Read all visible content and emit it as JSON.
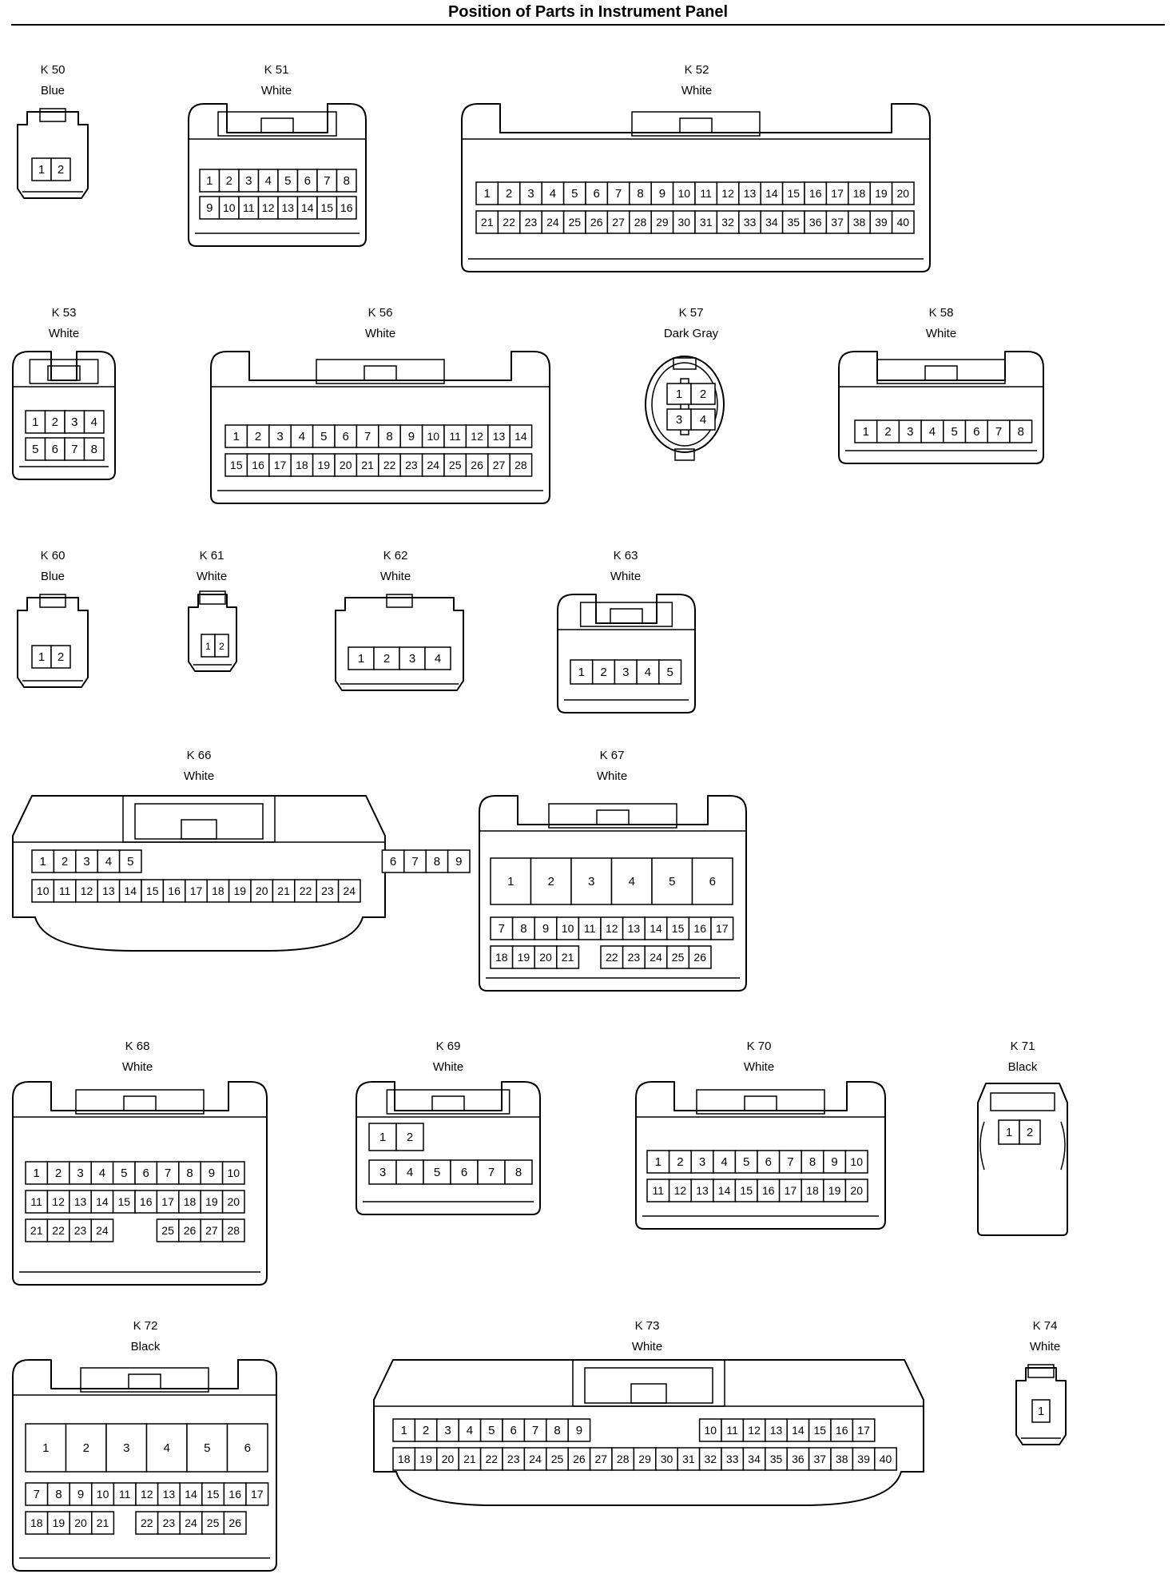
{
  "title": "Position of Parts in Instrument Panel",
  "connectors": [
    {
      "id": "K 50",
      "color": "Blue",
      "rows": [
        [
          "1",
          "2"
        ]
      ]
    },
    {
      "id": "K 51",
      "color": "White",
      "rows": [
        [
          "1",
          "2",
          "3",
          "4",
          "5",
          "6",
          "7",
          "8"
        ],
        [
          "9",
          "10",
          "11",
          "12",
          "13",
          "14",
          "15",
          "16"
        ]
      ]
    },
    {
      "id": "K 52",
      "color": "White",
      "rows": [
        [
          "1",
          "2",
          "3",
          "4",
          "5",
          "6",
          "7",
          "8",
          "9",
          "10",
          "11",
          "12",
          "13",
          "14",
          "15",
          "16",
          "17",
          "18",
          "19",
          "20"
        ],
        [
          "21",
          "22",
          "23",
          "24",
          "25",
          "26",
          "27",
          "28",
          "29",
          "30",
          "31",
          "32",
          "33",
          "34",
          "35",
          "36",
          "37",
          "38",
          "39",
          "40"
        ]
      ]
    },
    {
      "id": "K 53",
      "color": "White",
      "rows": [
        [
          "1",
          "2",
          "3",
          "4"
        ],
        [
          "5",
          "6",
          "7",
          "8"
        ]
      ]
    },
    {
      "id": "K 56",
      "color": "White",
      "rows": [
        [
          "1",
          "2",
          "3",
          "4",
          "5",
          "6",
          "7",
          "8",
          "9",
          "10",
          "11",
          "12",
          "13",
          "14"
        ],
        [
          "15",
          "16",
          "17",
          "18",
          "19",
          "20",
          "21",
          "22",
          "23",
          "24",
          "25",
          "26",
          "27",
          "28"
        ]
      ]
    },
    {
      "id": "K 57",
      "color": "Dark Gray",
      "rows": [
        [
          "1",
          "2"
        ],
        [
          "3",
          "4"
        ]
      ]
    },
    {
      "id": "K 58",
      "color": "White",
      "rows": [
        [
          "1",
          "2",
          "3",
          "4",
          "5",
          "6",
          "7",
          "8"
        ]
      ]
    },
    {
      "id": "K 60",
      "color": "Blue",
      "rows": [
        [
          "1",
          "2"
        ]
      ]
    },
    {
      "id": "K 61",
      "color": "White",
      "rows": [
        [
          "1",
          "2"
        ]
      ]
    },
    {
      "id": "K 62",
      "color": "White",
      "rows": [
        [
          "1",
          "2",
          "3",
          "4"
        ]
      ]
    },
    {
      "id": "K 63",
      "color": "White",
      "rows": [
        [
          "1",
          "2",
          "3",
          "4",
          "5"
        ]
      ]
    },
    {
      "id": "K 66",
      "color": "White",
      "rows": [
        [
          "1",
          "2",
          "3",
          "4",
          "5",
          "",
          "",
          "",
          "",
          "",
          "",
          "",
          "",
          "",
          "",
          "",
          "6",
          "7",
          "8",
          "9"
        ],
        [
          "10",
          "11",
          "12",
          "13",
          "14",
          "15",
          "16",
          "17",
          "18",
          "19",
          "20",
          "21",
          "22",
          "23",
          "24"
        ]
      ]
    },
    {
      "id": "K 67",
      "color": "White",
      "rows": [
        [
          "1",
          "2",
          "3",
          "4",
          "5",
          "6"
        ],
        [
          "7",
          "8",
          "9",
          "10",
          "11",
          "12",
          "13",
          "14",
          "15",
          "16",
          "17"
        ],
        [
          "18",
          "19",
          "20",
          "21",
          "",
          "22",
          "23",
          "24",
          "25",
          "26"
        ]
      ]
    },
    {
      "id": "K 68",
      "color": "White",
      "rows": [
        [
          "1",
          "2",
          "3",
          "4",
          "5",
          "6",
          "7",
          "8",
          "9",
          "10"
        ],
        [
          "11",
          "12",
          "13",
          "14",
          "15",
          "16",
          "17",
          "18",
          "19",
          "20"
        ],
        [
          "21",
          "22",
          "23",
          "24",
          "",
          "",
          "25",
          "26",
          "27",
          "28"
        ]
      ]
    },
    {
      "id": "K 69",
      "color": "White",
      "rows": [
        [
          "1",
          "2"
        ],
        [
          "3",
          "4",
          "5",
          "6",
          "7",
          "8"
        ]
      ]
    },
    {
      "id": "K 70",
      "color": "White",
      "rows": [
        [
          "1",
          "2",
          "3",
          "4",
          "5",
          "6",
          "7",
          "8",
          "9",
          "10"
        ],
        [
          "11",
          "12",
          "13",
          "14",
          "15",
          "16",
          "17",
          "18",
          "19",
          "20"
        ]
      ]
    },
    {
      "id": "K 71",
      "color": "Black",
      "rows": [
        [
          "1",
          "2"
        ]
      ]
    },
    {
      "id": "K 72",
      "color": "Black",
      "rows": [
        [
          "1",
          "2",
          "3",
          "4",
          "5",
          "6"
        ],
        [
          "7",
          "8",
          "9",
          "10",
          "11",
          "12",
          "13",
          "14",
          "15",
          "16",
          "17"
        ],
        [
          "18",
          "19",
          "20",
          "21",
          "",
          "22",
          "23",
          "24",
          "25",
          "26"
        ]
      ]
    },
    {
      "id": "K 73",
      "color": "White",
      "rows": [
        [
          "1",
          "2",
          "3",
          "4",
          "5",
          "6",
          "7",
          "8",
          "9",
          "",
          "",
          "",
          "",
          "",
          "10",
          "11",
          "12",
          "13",
          "14",
          "15",
          "16",
          "17"
        ],
        [
          "18",
          "19",
          "20",
          "21",
          "22",
          "23",
          "24",
          "25",
          "26",
          "27",
          "28",
          "29",
          "30",
          "31",
          "32",
          "33",
          "34",
          "35",
          "36",
          "37",
          "38",
          "39",
          "40"
        ]
      ]
    },
    {
      "id": "K 74",
      "color": "White",
      "rows": [
        [
          "1"
        ]
      ]
    }
  ]
}
